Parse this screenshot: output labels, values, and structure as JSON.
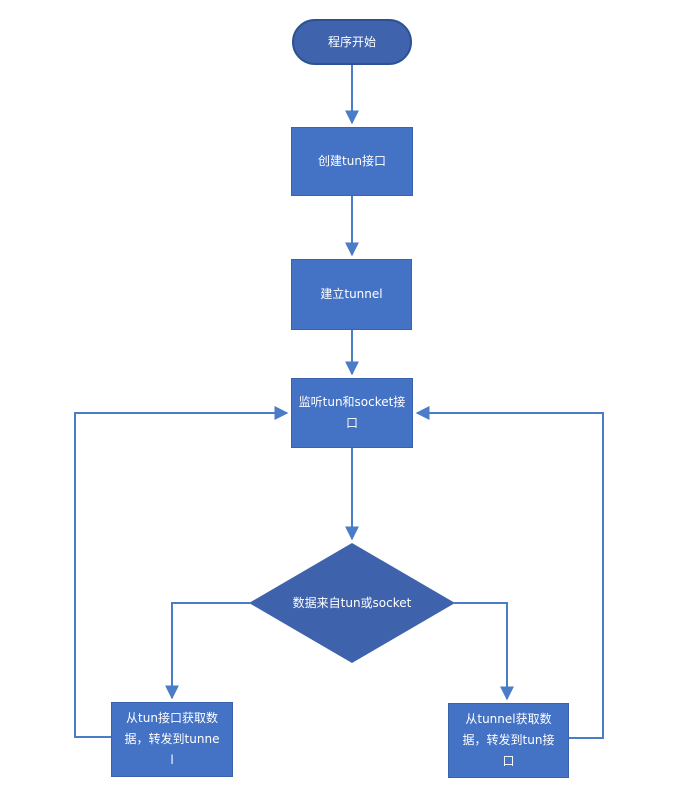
{
  "diagram": {
    "type": "flowchart",
    "background_color": "#ffffff",
    "colors": {
      "process_fill": "#4472C4",
      "terminator_fill": "#3F63AD",
      "terminator_border": "#2E5291",
      "decision_fill": "#3E63AC",
      "connector": "#4A7CC7",
      "text": "#ffffff"
    },
    "nodes": [
      {
        "id": "start",
        "shape": "terminator",
        "label": "程序开始"
      },
      {
        "id": "create-tun",
        "shape": "process",
        "label": "创建tun接口"
      },
      {
        "id": "establish-tunnel",
        "shape": "process",
        "label": "建立tunnel"
      },
      {
        "id": "listen",
        "shape": "process",
        "label": "监听tun和socket接口"
      },
      {
        "id": "decision",
        "shape": "decision",
        "label": "数据来自tun或socket"
      },
      {
        "id": "from-tun",
        "shape": "process",
        "label": "从tun接口获取数据，转发到tunnel"
      },
      {
        "id": "from-tunnel",
        "shape": "process",
        "label": "从tunnel获取数据，转发到tun接口"
      }
    ],
    "edges": [
      {
        "from": "start",
        "to": "create-tun"
      },
      {
        "from": "create-tun",
        "to": "establish-tunnel"
      },
      {
        "from": "establish-tunnel",
        "to": "listen"
      },
      {
        "from": "listen",
        "to": "decision"
      },
      {
        "from": "decision",
        "to": "from-tun"
      },
      {
        "from": "decision",
        "to": "from-tunnel"
      },
      {
        "from": "from-tun",
        "to": "listen"
      },
      {
        "from": "from-tunnel",
        "to": "listen"
      }
    ]
  }
}
